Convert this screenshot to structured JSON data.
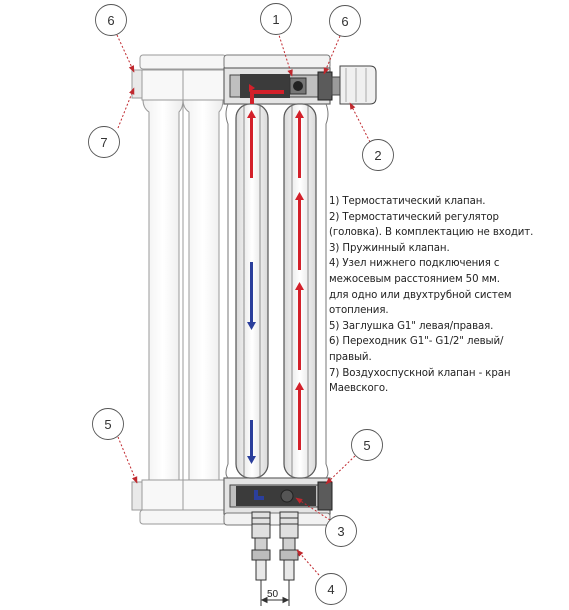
{
  "callouts": [
    {
      "id": "c6-left",
      "number": "6"
    },
    {
      "id": "c1",
      "number": "1"
    },
    {
      "id": "c6-right",
      "number": "6"
    },
    {
      "id": "c7",
      "number": "7"
    },
    {
      "id": "c2",
      "number": "2"
    },
    {
      "id": "c5-left",
      "number": "5"
    },
    {
      "id": "c5-right",
      "number": "5"
    },
    {
      "id": "c3",
      "number": "3"
    },
    {
      "id": "c4",
      "number": "4"
    }
  ],
  "dimension": {
    "value": "50"
  },
  "legend": {
    "line1": "1) Термостатический клапан.",
    "line2": "2) Термостатический регулятор",
    "line3": "(головка). В комплектацию не входит.",
    "line4": "3) Пружинный клапан.",
    "line5": "4) Узел нижнего подключения с",
    "line6": "межосевым расстоянием 50 мм.",
    "line7": "для одно или двухтрубной систем",
    "line8": "отопления.",
    "line9": "5) Заглушка G1\" левая/правая.",
    "line10": "6) Переходник G1\"- G1/2\" левый/",
    "line11": "правый.",
    "line12": "7) Воздухоспускной клапан - кран",
    "line13": "Маевского."
  },
  "colors": {
    "supply": "#d3202a",
    "return": "#2b3f9c",
    "outline": "#555555"
  }
}
